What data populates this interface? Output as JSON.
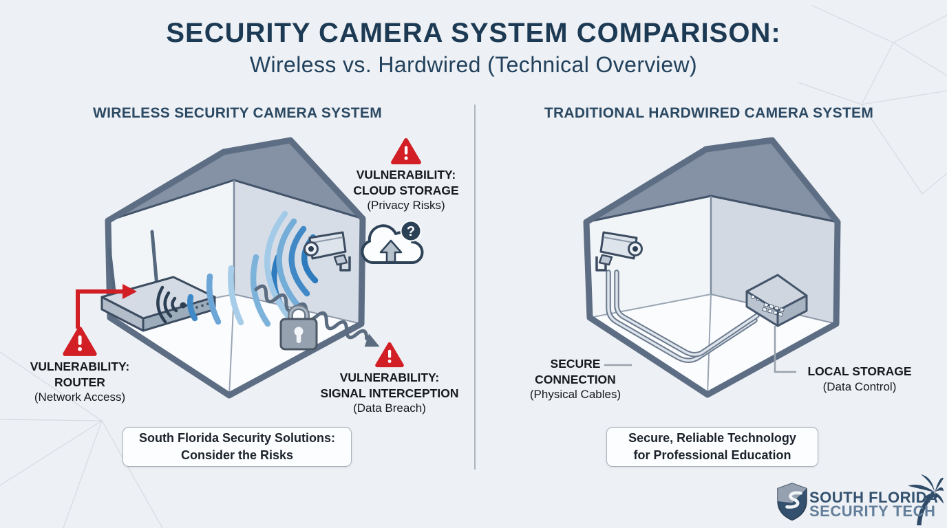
{
  "title": {
    "line1": "SECURITY CAMERA SYSTEM COMPARISON:",
    "line2": "Wireless vs. Hardwired (Technical Overview)"
  },
  "left_panel": {
    "header": "WIRELESS SECURITY CAMERA SYSTEM",
    "callout_cloud": {
      "line1": "VULNERABILITY:",
      "line2": "CLOUD STORAGE",
      "line3": "(Privacy Risks)"
    },
    "callout_router": {
      "line1": "VULNERABILITY:",
      "line2": "ROUTER",
      "line3": "(Network Access)"
    },
    "callout_interception": {
      "line1": "VULNERABILITY:",
      "line2": "SIGNAL INTERCEPTION",
      "line3": "(Data Breach)"
    },
    "cloud_badge": "?",
    "footer": {
      "line1": "South Florida Security Solutions:",
      "line2": "Consider the Risks"
    }
  },
  "right_panel": {
    "header": "TRADITIONAL HARDWIRED CAMERA SYSTEM",
    "callout_connection": {
      "line1": "SECURE",
      "line2": "CONNECTION",
      "line3": "(Physical Cables)"
    },
    "callout_storage": {
      "line1": "LOCAL STORAGE",
      "line2": "(Data Control)"
    },
    "footer": {
      "line1": "Secure, Reliable Technology",
      "line2": "for Professional Education"
    }
  },
  "logo": {
    "line1": "SOUTH FLORIDA",
    "line2": "SECURITY TECH"
  },
  "icons": {
    "warning": "warning-triangle-icon",
    "cloud": "cloud-upload-icon",
    "question_badge": "question-badge-icon",
    "camera": "security-camera-icon",
    "router": "wifi-router-icon",
    "padlock": "padlock-icon",
    "storage": "nvr-storage-icon",
    "shield": "shield-icon",
    "palm": "palm-tree-icon"
  },
  "colors": {
    "background": "#edf0f4",
    "title_navy": "#1d3a54",
    "header_navy": "#2b4963",
    "alert_red": "#d21f26",
    "wifi_blue": "#2e7cbe",
    "outline_slate": "#5d6e84",
    "roof_slate": "#8591a4",
    "leader_gray": "#9aa3ad",
    "text_black": "#17191c",
    "logo_navy": "#33516e",
    "logo_light": "#637e9a"
  }
}
